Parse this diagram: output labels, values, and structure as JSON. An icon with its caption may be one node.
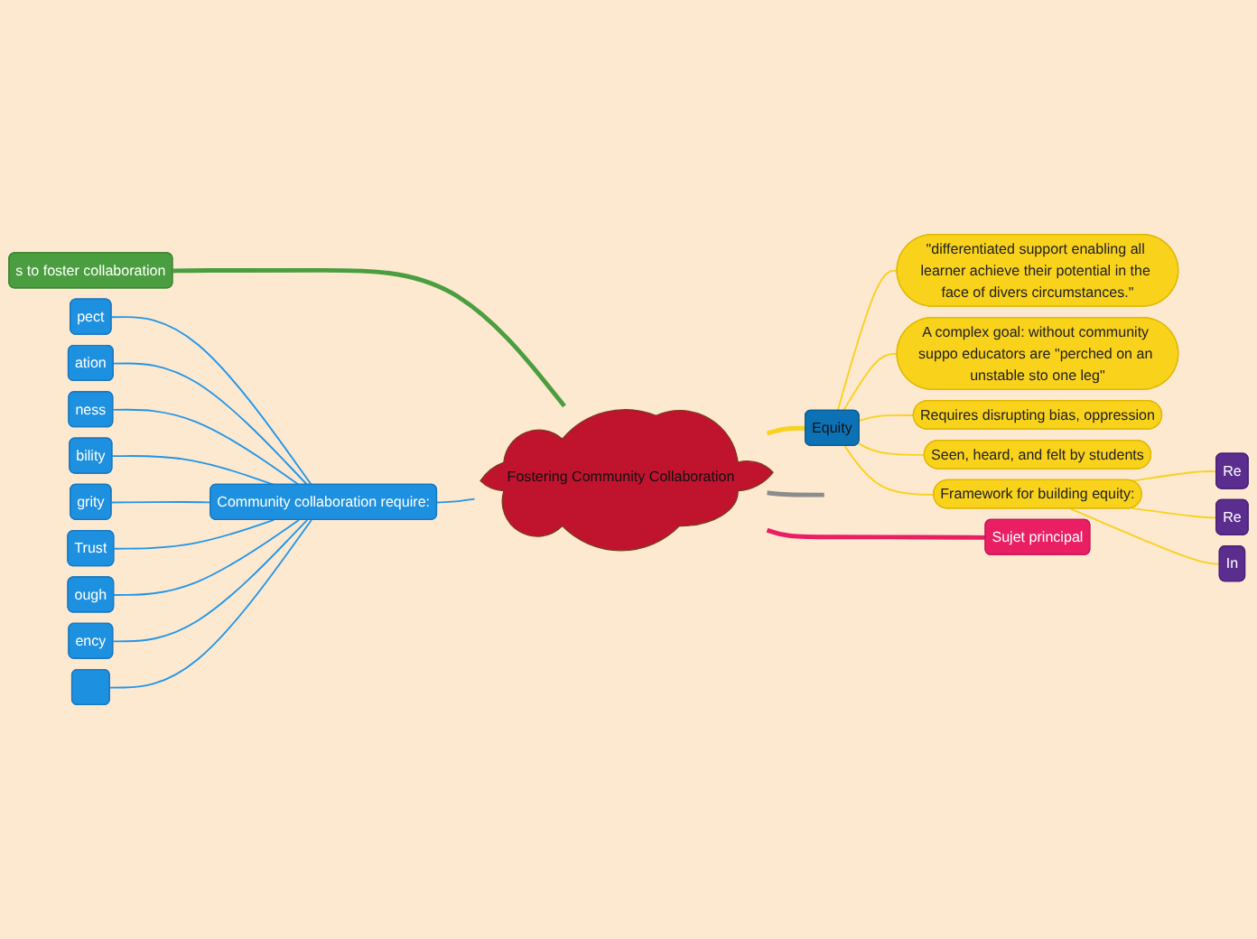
{
  "diagram": {
    "nodes": [
      {
        "text": [
          "Fostering Community Collaboration"
        ]
      },
      {
        "text": [
          "Equity"
        ]
      },
      {
        "text": [
          "\"differentiated support enabling all learner achieve their potential in the face of divers circumstances.\""
        ]
      },
      {
        "text": [
          "A complex goal: without community suppo educators are \"perched on an unstable sto one leg\""
        ]
      },
      {
        "text": [
          "Requires disrupting bias, oppression"
        ]
      },
      {
        "text": [
          "Seen, heard, and felt by students"
        ]
      },
      {
        "text": [
          "Framework for building equity:"
        ]
      },
      {
        "text": [
          "Re"
        ]
      },
      {
        "text": [
          "Re"
        ]
      },
      {
        "text": [
          "In"
        ]
      },
      {
        "text": [
          "Sujet principal"
        ]
      },
      {
        "text": [
          "s to foster collaboration"
        ]
      },
      {
        "text": [
          "Community collaboration require:"
        ]
      },
      {
        "text": [
          "pect"
        ]
      },
      {
        "text": [
          "ation"
        ]
      },
      {
        "text": [
          "ness"
        ]
      },
      {
        "text": [
          "bility"
        ]
      },
      {
        "text": [
          "grity"
        ]
      },
      {
        "text": [
          "Trust"
        ]
      },
      {
        "text": [
          "ough"
        ]
      },
      {
        "text": [
          "ency"
        ]
      },
      {
        "text": [],
        "shape": "box"
      }
    ],
    "edges": [
      {
        "from": 0,
        "to": null,
        "arrow": "none",
        "style": "thick",
        "color": "#8c8c8c"
      },
      {
        "from": 0,
        "to": 1,
        "arrow": "none",
        "style": "thick",
        "color": "#f9d21c"
      },
      {
        "from": 1,
        "to": 2,
        "arrow": "none",
        "color": "#f9d21c"
      },
      {
        "from": 1,
        "to": 3,
        "arrow": "none",
        "color": "#f9d21c"
      },
      {
        "from": 1,
        "to": 4,
        "arrow": "none",
        "color": "#f9d21c"
      },
      {
        "from": 1,
        "to": 5,
        "arrow": "none",
        "color": "#f9d21c"
      },
      {
        "from": 1,
        "to": 6,
        "arrow": "none",
        "color": "#f9d21c"
      },
      {
        "from": 6,
        "to": 7,
        "arrow": "none",
        "color": "#f9d21c"
      },
      {
        "from": 6,
        "to": 8,
        "arrow": "none",
        "color": "#f9d21c"
      },
      {
        "from": 6,
        "to": 9,
        "arrow": "none",
        "color": "#f9d21c"
      },
      {
        "from": 0,
        "to": 10,
        "arrow": "none",
        "style": "thick",
        "color": "#e91e63"
      },
      {
        "from": 11,
        "to": 0,
        "arrow": "none",
        "style": "thick",
        "color": "#4a9e3f"
      },
      {
        "from": 12,
        "to": 0,
        "arrow": "none"
      },
      {
        "from": 13,
        "to": 12,
        "arrow": "none"
      },
      {
        "from": 14,
        "to": 12,
        "arrow": "none"
      },
      {
        "from": 15,
        "to": 12,
        "arrow": "none"
      },
      {
        "from": 16,
        "to": 12,
        "arrow": "none"
      },
      {
        "from": 17,
        "to": 12,
        "arrow": "none"
      },
      {
        "from": 18,
        "to": 12,
        "arrow": "none"
      },
      {
        "from": 19,
        "to": 12,
        "arrow": "none"
      },
      {
        "from": 20,
        "to": 12,
        "arrow": "none"
      },
      {
        "from": 21,
        "to": 12,
        "arrow": "none"
      }
    ]
  }
}
